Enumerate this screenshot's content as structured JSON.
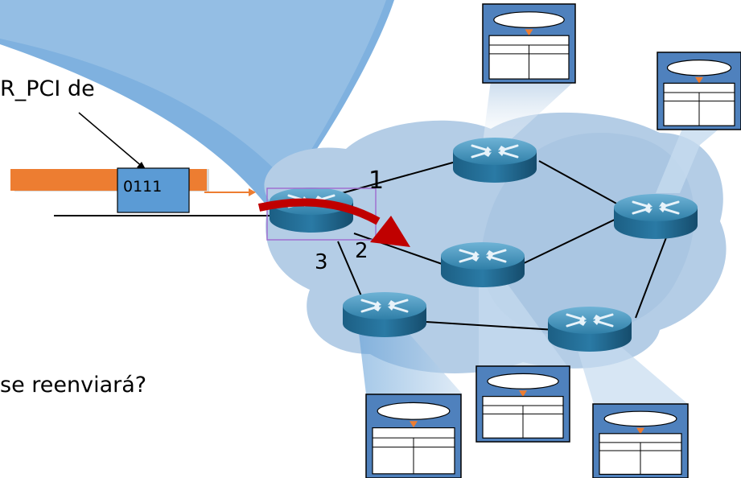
{
  "header_label": "R_PCI de",
  "packet_label": "0111",
  "interfaces": [
    "1",
    "2",
    "3"
  ],
  "question": "se reenviará?",
  "colors": {
    "packet_body": "#ED7D31",
    "packet_header": "#5B9BD5",
    "arrow": "#C00000",
    "cloud": "#B4CDE6",
    "router": "#2F7FA8",
    "table": "#4F81BD",
    "highlight": "#A070D0"
  }
}
